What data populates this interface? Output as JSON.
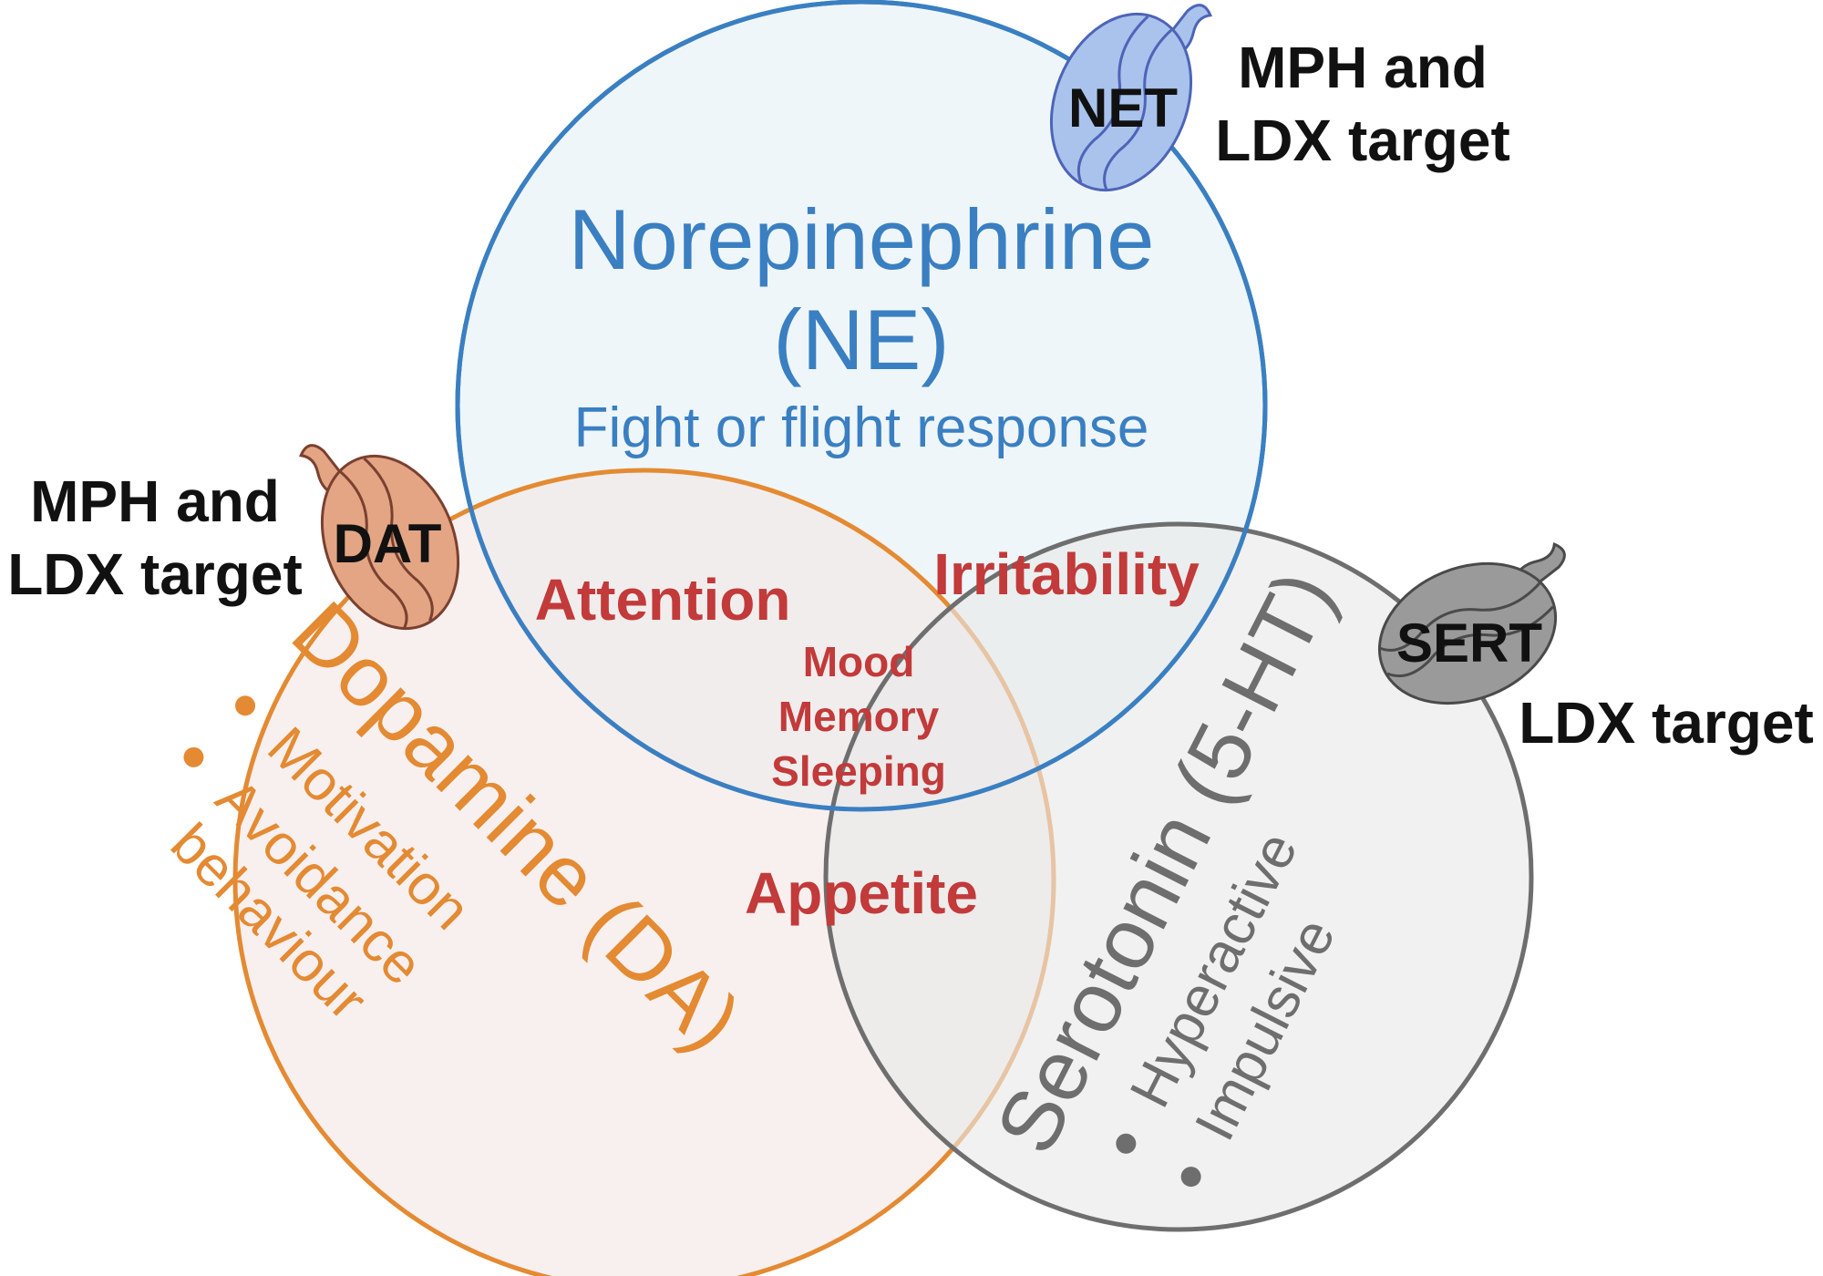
{
  "colors": {
    "ne": "#3a7fc1",
    "ne_fill": "#eef6fa",
    "da": "#e48a32",
    "da_fill": "#f3e6e5",
    "ht": "#6e6e6e",
    "ht_fill": "#e8e8e9",
    "overlap": "#c23a3a",
    "net_fill": "#a9c3ec",
    "net_stroke": "#4d64b8",
    "dat_fill": "#e4a584",
    "dat_stroke": "#7a4030",
    "sert_fill": "#9a9a9a",
    "sert_stroke": "#4a4a4a",
    "label": "#111111"
  },
  "ne": {
    "name": "Norepinephrine",
    "abbr": "(NE)",
    "function": "Fight or flight response"
  },
  "da": {
    "name": "Dopamine (DA)",
    "bullets": [
      "Motivation",
      "Avoidance",
      "behaviour"
    ]
  },
  "ht": {
    "name": "Serotonin (5-HT)",
    "bullets": [
      "Hyperactive",
      "Impulsive"
    ]
  },
  "overlaps": {
    "ne_da": "Attention",
    "ne_ht": "Irritability",
    "da_ht": "Appetite",
    "all": [
      "Mood",
      "Memory",
      "Sleeping"
    ]
  },
  "transporters": {
    "net": {
      "label": "NET",
      "icon": "transporter-protein-icon",
      "target": [
        "MPH and",
        "LDX target"
      ]
    },
    "dat": {
      "label": "DAT",
      "icon": "transporter-protein-icon",
      "target": [
        "MPH and",
        "LDX target"
      ]
    },
    "sert": {
      "label": "SERT",
      "icon": "transporter-protein-icon",
      "target": [
        "LDX target"
      ]
    }
  }
}
